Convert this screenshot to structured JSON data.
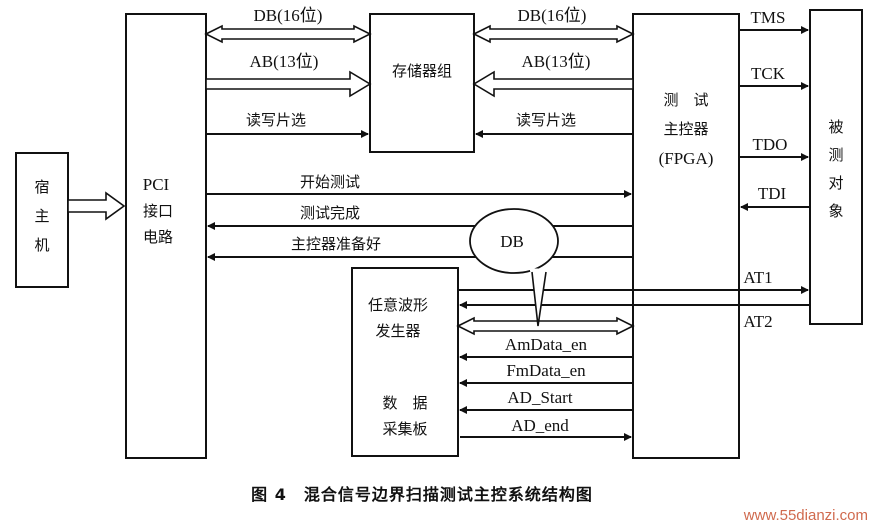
{
  "caption": "图 4　混合信号边界扫描测试主控系统结构图",
  "watermark": "www.55dianzi.com",
  "blocks": {
    "host": [
      "宿",
      "主",
      "机"
    ],
    "pci": [
      "PCI",
      "接口",
      "电路"
    ],
    "memory": "存储器组",
    "controller": [
      "测　试",
      "主控器",
      "(FPGA)"
    ],
    "dut": [
      "被",
      "测",
      "对",
      "象"
    ],
    "awg": [
      "任意波形",
      "发生器"
    ],
    "daq": [
      "数　据",
      "采集板"
    ]
  },
  "bubble": "DB",
  "signals": {
    "db_left": "DB(16位)",
    "ab_left": "AB(13位)",
    "rw_left": "读写片选",
    "db_right": "DB(16位)",
    "ab_right": "AB(13位)",
    "rw_right": "读写片选",
    "start_test": "开始测试",
    "test_done": "测试完成",
    "ctrl_ready": "主控器准备好",
    "tms": "TMS",
    "tck": "TCK",
    "tdo": "TDO",
    "tdi": "TDI",
    "at1": "AT1",
    "at2": "AT2",
    "amdata": "AmData_en",
    "fmdata": "FmData_en",
    "ad_start": "AD_Start",
    "ad_end": "AD_end"
  }
}
